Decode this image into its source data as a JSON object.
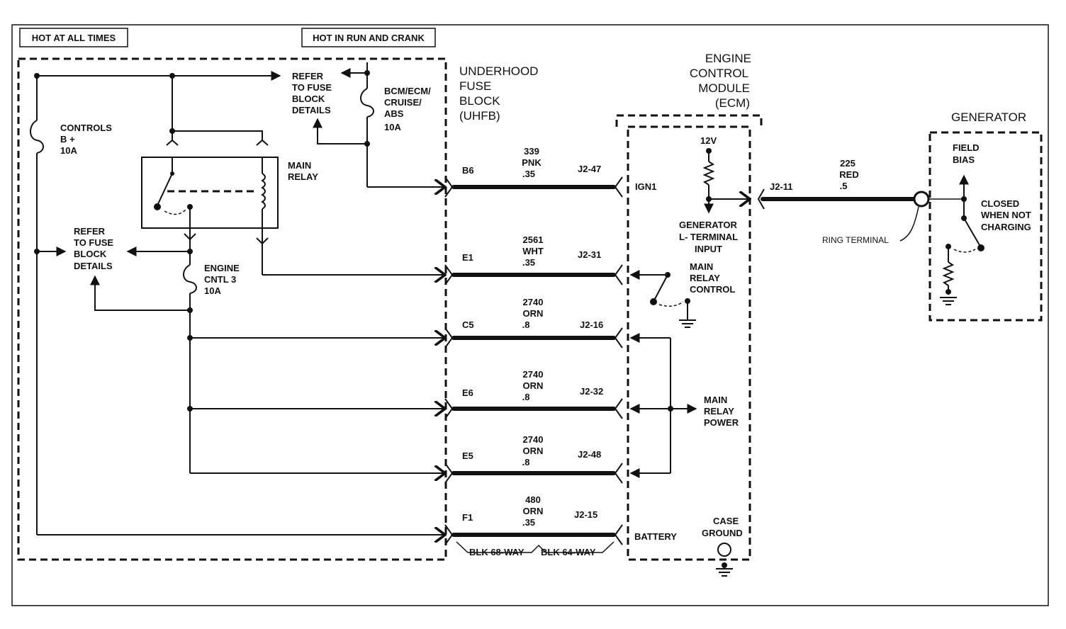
{
  "headers": {
    "hot_at_all_times": "HOT AT ALL TIMES",
    "hot_in_run": "HOT IN RUN AND CRANK"
  },
  "uhfb": {
    "title": [
      "UNDERHOOD",
      "FUSE",
      "BLOCK",
      "(UHFB)"
    ],
    "refer_top": [
      "REFER",
      "TO FUSE",
      "BLOCK",
      "DETAILS"
    ],
    "refer_left": [
      "REFER",
      "TO FUSE",
      "BLOCK",
      "DETAILS"
    ],
    "fuse_bcm": [
      "BCM/ECM/",
      "CRUISE/",
      "ABS",
      "10A"
    ],
    "fuse_controls": [
      "CONTROLS",
      "B +",
      "10A"
    ],
    "fuse_engine": [
      "ENGINE",
      "CNTL 3",
      "10A"
    ],
    "main_relay": [
      "MAIN",
      "RELAY"
    ],
    "connector_left": "BLK 68-WAY",
    "connector_right": "BLK 64-WAY"
  },
  "circuits": [
    {
      "pin": "B6",
      "circuit": "339",
      "color": "PNK",
      "gauge": ".35",
      "ecm_pin": "J2-47"
    },
    {
      "pin": "E1",
      "circuit": "2561",
      "color": "WHT",
      "gauge": ".35",
      "ecm_pin": "J2-31"
    },
    {
      "pin": "C5",
      "circuit": "2740",
      "color": "ORN",
      "gauge": ".8",
      "ecm_pin": "J2-16"
    },
    {
      "pin": "E6",
      "circuit": "2740",
      "color": "ORN",
      "gauge": ".8",
      "ecm_pin": "J2-32"
    },
    {
      "pin": "E5",
      "circuit": "2740",
      "color": "ORN",
      "gauge": ".8",
      "ecm_pin": "J2-48"
    },
    {
      "pin": "F1",
      "circuit": "480",
      "color": "ORN",
      "gauge": ".35",
      "ecm_pin": "J2-15"
    }
  ],
  "ecm": {
    "title": [
      "ENGINE",
      "CONTROL",
      "MODULE",
      "(ECM)"
    ],
    "ign1": "IGN1",
    "v12": "12V",
    "gen_input": [
      "GENERATOR",
      "L- TERMINAL",
      "INPUT"
    ],
    "relay_control": [
      "MAIN",
      "RELAY",
      "CONTROL"
    ],
    "relay_power": [
      "MAIN",
      "RELAY",
      "POWER"
    ],
    "battery": "BATTERY",
    "case_ground": [
      "CASE",
      "GROUND"
    ]
  },
  "gen_wire": {
    "pin": "J2-11",
    "circuit": "225",
    "color": "RED",
    "gauge": ".5"
  },
  "generator": {
    "title": "GENERATOR",
    "field_bias": [
      "FIELD",
      "BIAS"
    ],
    "closed": [
      "CLOSED",
      "WHEN NOT",
      "CHARGING"
    ],
    "ring_terminal": "RING TERMINAL"
  }
}
